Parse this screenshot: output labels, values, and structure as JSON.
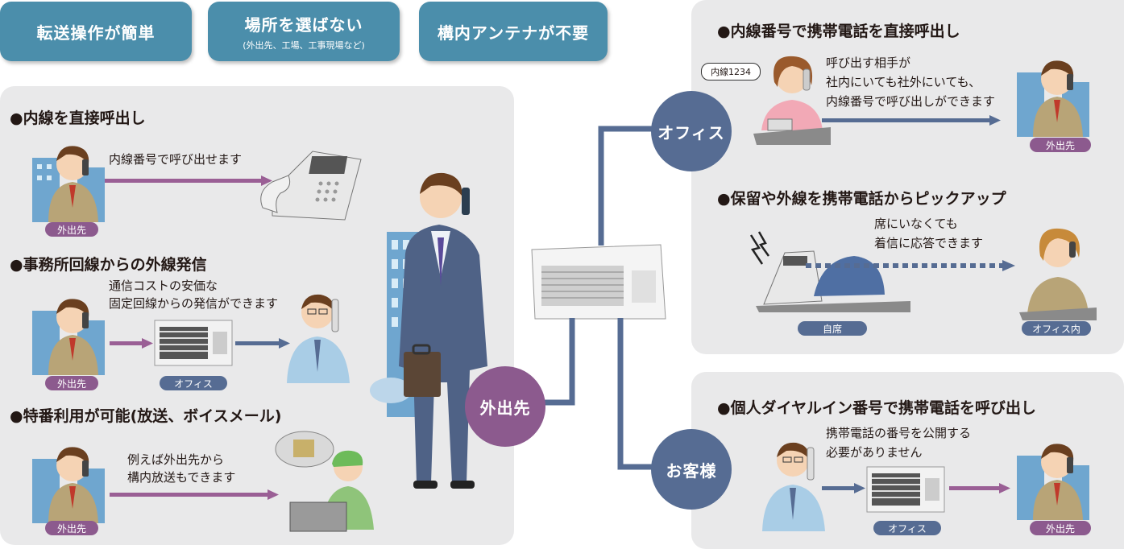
{
  "header": {
    "btn1": "転送操作が簡単",
    "btn2_title": "場所を選ばない",
    "btn2_sub": "(外出先、工場、工事現場など)",
    "btn3": "構内アンテナが不要"
  },
  "left_panel": {
    "sec1_title": "●内線を直接呼出し",
    "sec1_text": "内線番号で呼び出せます",
    "sec1_badge": "外出先",
    "sec2_title": "●事務所回線からの外線発信",
    "sec2_text1": "通信コストの安価な",
    "sec2_text2": "固定回線からの発信ができます",
    "sec2_badge1": "外出先",
    "sec2_badge2": "オフィス",
    "sec3_title": "●特番利用が可能(放送、ボイスメール)",
    "sec3_text1": "例えば外出先から",
    "sec3_text2": "構内放送もできます",
    "sec3_badge": "外出先"
  },
  "center": {
    "circle_out": "外出先",
    "circle_office": "オフィス",
    "circle_customer": "お客様"
  },
  "right_top": {
    "sec1_title": "●内線番号で携帯電話を直接呼出し",
    "bubble": "内線1234",
    "sec1_text1": "呼び出す相手が",
    "sec1_text2": "社内にいても社外にいても、",
    "sec1_text3": "内線番号で呼び出しができます",
    "sec1_badge": "外出先",
    "sec2_title": "●保留や外線を携帯電話からピックアップ",
    "sec2_text1": "席にいなくても",
    "sec2_text2": "着信に応答できます",
    "sec2_badge1": "自席",
    "sec2_badge2": "オフィス内"
  },
  "right_bottom": {
    "title": "●個人ダイヤルイン番号で携帯電話を呼び出し",
    "text1": "携帯電話の番号を公開する",
    "text2": "必要がありません",
    "badge1": "オフィス",
    "badge2": "外出先"
  },
  "colors": {
    "blue_button": "#4b8eab",
    "purple": "#8c5a8e",
    "navy": "#566c93",
    "panel": "#e9e9ea"
  }
}
